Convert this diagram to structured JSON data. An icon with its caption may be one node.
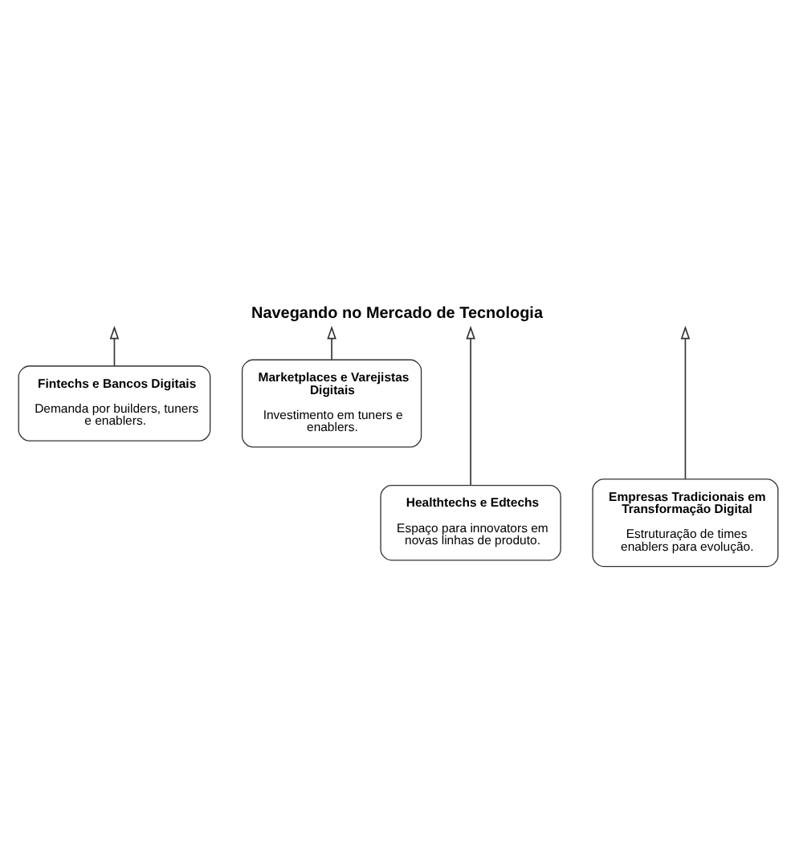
{
  "diagram": {
    "title": "Navegando no Mercado de Tecnologia",
    "nodes": [
      {
        "text": [
          "Fintechs e Bancos Digitais",
          "Demanda por builders, tuners e enablers."
        ]
      },
      {
        "text": [
          "Marketplaces e Varejistas Digitais",
          "Investimento em tuners e enablers."
        ]
      },
      {
        "text": [
          "Healthtechs e Edtechs",
          "Espaço para innovators em novas linhas de produto."
        ]
      },
      {
        "text": [
          "Empresas Tradicionais em Transformação Digital",
          "Estruturação de times enablers para evolução."
        ]
      }
    ],
    "edges": [
      {
        "from": 2,
        "to": null,
        "arrow": "to"
      },
      {
        "from": 0,
        "to": null,
        "arrow": "to"
      },
      {
        "from": 3,
        "to": null,
        "arrow": "to"
      },
      {
        "from": 1,
        "to": null,
        "arrow": "to"
      }
    ]
  }
}
